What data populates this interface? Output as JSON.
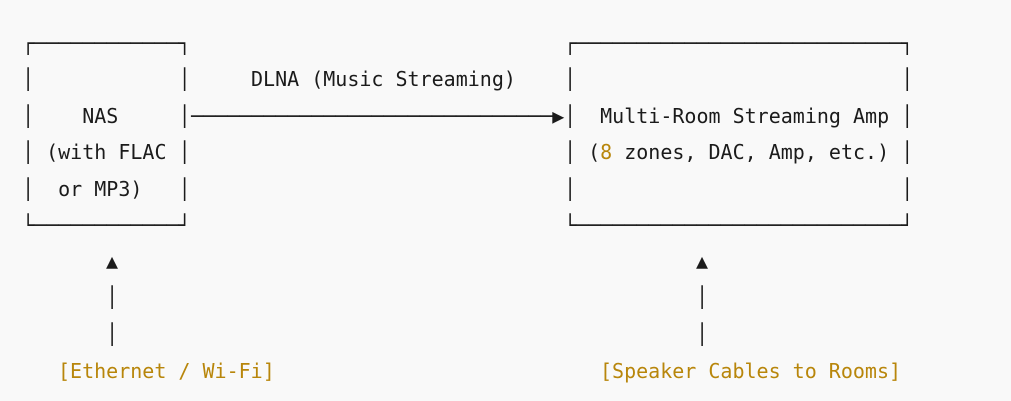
{
  "colors": {
    "background": "#f9f9f9",
    "foreground": "#1b1b1b",
    "accent": "#b8860b"
  },
  "nas_box": {
    "top_border": "┌────────────┐",
    "empty_row": "│            │",
    "title_row": "│    NAS     │",
    "subtitle_row1": "│ (with FLAC │",
    "subtitle_row2": "│  or MP3)   │",
    "bottom_border": "└────────────┘",
    "title": "NAS",
    "subtitle": "(with FLAC or MP3)"
  },
  "link": {
    "label": "DLNA (Music Streaming)",
    "arrow_line": "──────────────────────────────▶"
  },
  "amp_box": {
    "top_border": "┌───────────────────────────┐",
    "empty_row": "│                           │",
    "title_row": "│  Multi-Room Streaming Amp │",
    "zones_prefix": "│ (",
    "zones_count": "8",
    "zones_suffix": " zones, DAC, Amp, etc.) │",
    "bottom_border": "└───────────────────────────┘",
    "title": "Multi-Room Streaming Amp",
    "subtitle": "(8 zones, DAC, Amp, etc.)"
  },
  "connectors": {
    "glyphs": "▲\n│\n│"
  },
  "cable_labels": {
    "left": "[Ethernet / Wi-Fi]",
    "right": "[Speaker Cables to Rooms]"
  }
}
